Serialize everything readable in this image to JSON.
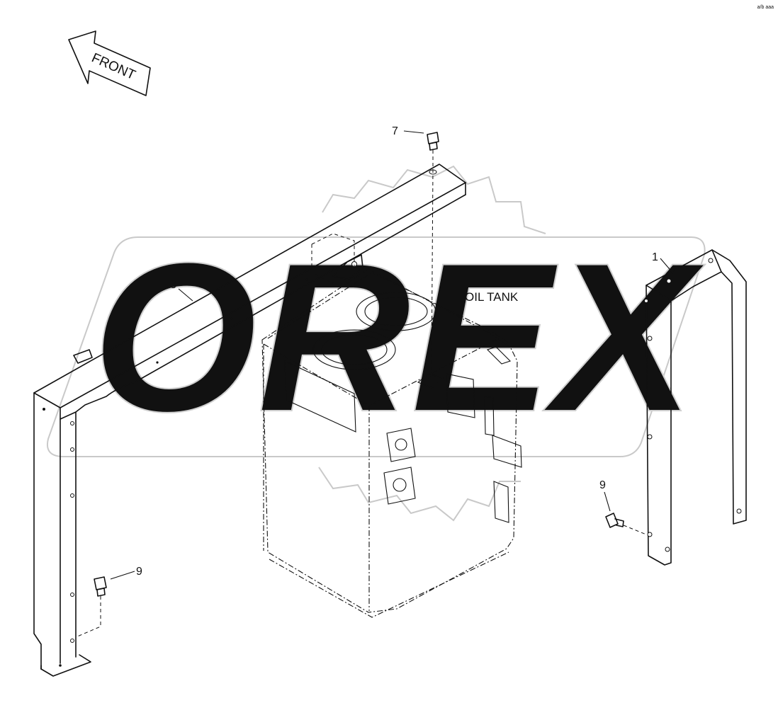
{
  "direction_arrow": {
    "label": "FRONT"
  },
  "corner_code": "a/b aaa",
  "watermark": "OREX",
  "parts": {
    "callout_1": "1",
    "callout_3": "3",
    "callout_7": "7",
    "callout_9_right": "9",
    "callout_9_left": "9"
  },
  "labels": {
    "oil_tank": "OIL TANK"
  }
}
